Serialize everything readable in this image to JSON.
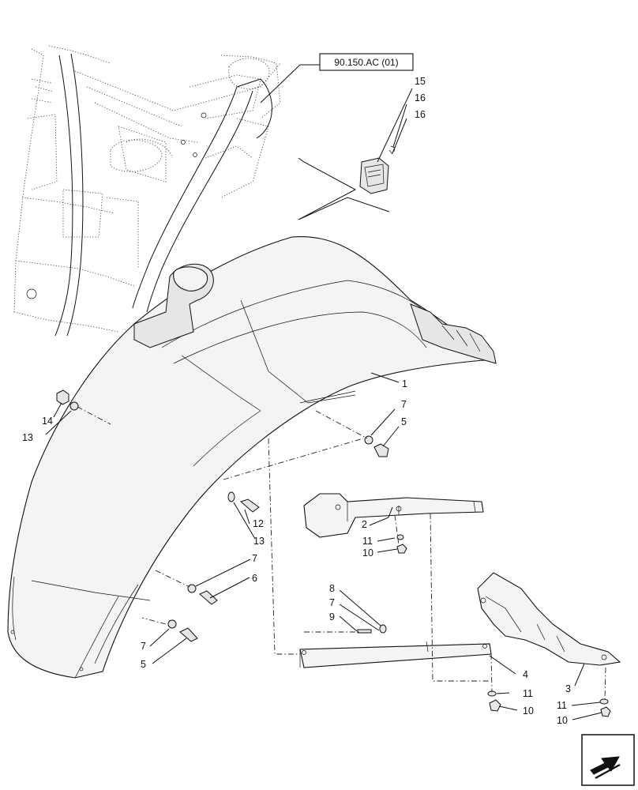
{
  "reference": "90.150.AC (01)",
  "callouts": [
    "15",
    "16",
    "16",
    "1",
    "14",
    "13",
    "7",
    "5",
    "2",
    "11",
    "10",
    "12",
    "13",
    "7",
    "6",
    "8",
    "7",
    "9",
    "7",
    "5",
    "4",
    "3",
    "11",
    "10",
    "11",
    "10"
  ],
  "nav_icon": "arrow-icon"
}
